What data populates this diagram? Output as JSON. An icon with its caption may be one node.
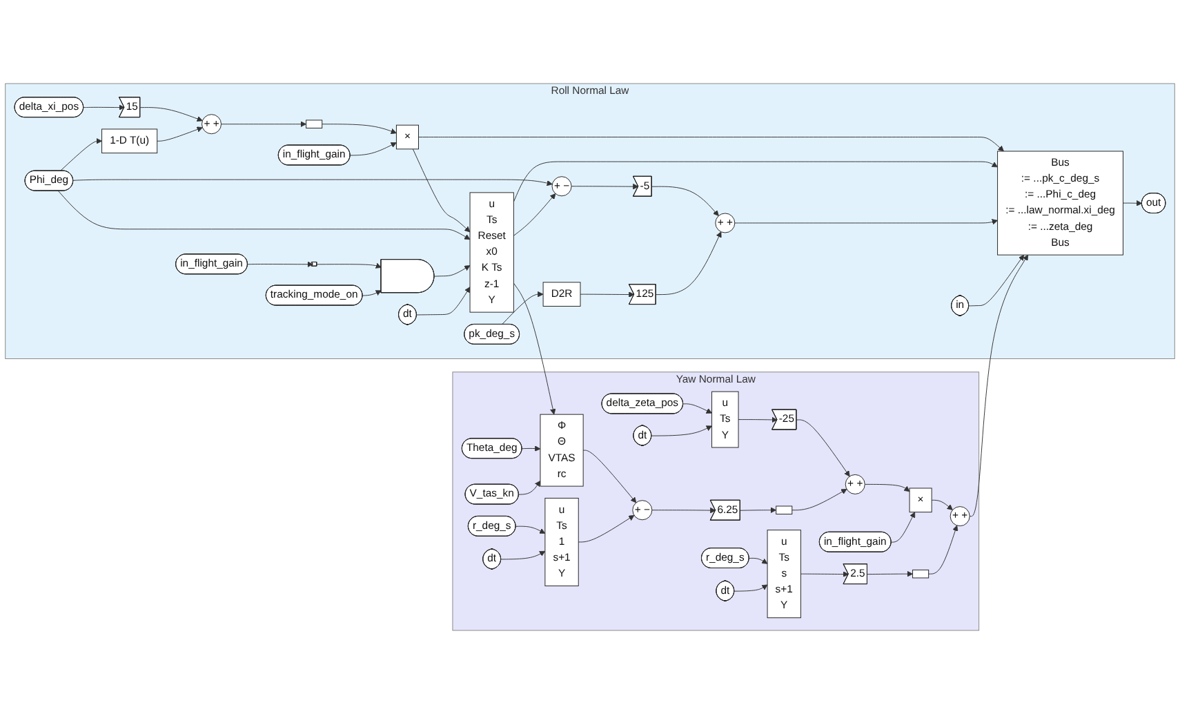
{
  "diagram": {
    "nodes": [
      {
        "text": [
          "Roll Normal Law"
        ]
      },
      {
        "text": [
          "delta_xi_pos"
        ],
        "in": 0
      },
      {
        "text": [
          "15"
        ],
        "in": 0
      },
      {
        "text": [
          "+ +"
        ],
        "in": 0
      },
      {
        "text": [],
        "shape": "box",
        "in": 0
      },
      {
        "text": [
          "×"
        ],
        "in": 0
      },
      {
        "text": [
          "in_flight_gain"
        ],
        "in": 0
      },
      {
        "text": [
          "1-D T(u)"
        ],
        "in": 0
      },
      {
        "text": [
          "Phi_deg"
        ],
        "in": 0
      },
      {
        "text": [
          "in_flight_gain"
        ],
        "in": 0
      },
      {
        "text": [],
        "shape": "triangle",
        "in": 0
      },
      {
        "text": [
          "tracking_mode_on"
        ],
        "in": 0
      },
      {
        "text": [],
        "shape": "gate",
        "in": 0
      },
      {
        "text": [
          "dt"
        ],
        "in": 0
      },
      {
        "text": [
          "u",
          "Ts",
          "Reset",
          "x0",
          "K Ts",
          "z-1",
          "Y"
        ],
        "in": 0
      },
      {
        "text": [
          "+ −"
        ],
        "in": 0
      },
      {
        "text": [
          "-5"
        ],
        "in": 0
      },
      {
        "text": [
          "+ +"
        ],
        "in": 0
      },
      {
        "text": [
          "125"
        ],
        "in": 0
      },
      {
        "text": [
          "D2R"
        ],
        "in": 0
      },
      {
        "text": [
          "pk_deg_s"
        ],
        "in": 0
      },
      {
        "text": [
          "in"
        ],
        "in": 0
      },
      {
        "text": [
          "Bus",
          ":= ...pk_c_deg_s",
          ":= ...Phi_c_deg",
          ":= ...law_normal.xi_deg",
          ":= ...zeta_deg",
          "Bus"
        ],
        "in": 0
      },
      {
        "text": [
          "out"
        ],
        "in": 0
      },
      {
        "text": [
          "Yaw Normal Law"
        ]
      },
      {
        "text": [
          "delta_zeta_pos"
        ],
        "in": 24
      },
      {
        "text": [
          "dt"
        ],
        "in": 24
      },
      {
        "text": [
          "u",
          "Ts",
          "Y"
        ],
        "in": 24
      },
      {
        "text": [
          "-25"
        ],
        "in": 24
      },
      {
        "text": [
          "+ +"
        ],
        "in": 24
      },
      {
        "text": [
          "in_flight_gain"
        ],
        "in": 24
      },
      {
        "text": [
          "×"
        ],
        "in": 24
      },
      {
        "text": [
          "+ +"
        ],
        "in": 24
      },
      {
        "text": [
          "Theta_deg"
        ],
        "in": 24
      },
      {
        "text": [
          "V_tas_kn"
        ],
        "in": 24
      },
      {
        "text": [
          "Φ",
          "Θ",
          "VTAS",
          "rc"
        ],
        "in": 24
      },
      {
        "text": [
          "r_deg_s"
        ],
        "in": 24
      },
      {
        "text": [
          "dt"
        ],
        "in": 24
      },
      {
        "text": [
          "u",
          "Ts",
          "1",
          "s+1",
          "Y"
        ],
        "in": 24
      },
      {
        "text": [
          "+ −"
        ],
        "in": 24
      },
      {
        "text": [
          "6.25"
        ],
        "in": 24
      },
      {
        "text": [],
        "shape": "box",
        "in": 24
      },
      {
        "text": [
          "r_deg_s"
        ],
        "in": 24
      },
      {
        "text": [
          "dt"
        ],
        "in": 24
      },
      {
        "text": [
          "u",
          "Ts",
          "s",
          "s+1",
          "Y"
        ],
        "in": 24
      },
      {
        "text": [
          "2.5"
        ],
        "in": 24
      },
      {
        "text": [],
        "shape": "box",
        "in": 24
      }
    ],
    "edges": [
      {
        "from": 1,
        "to": 2,
        "arrow": "to"
      },
      {
        "from": 2,
        "to": 3,
        "arrow": "to"
      },
      {
        "from": 3,
        "to": 4,
        "arrow": "to"
      },
      {
        "from": 4,
        "to": 5,
        "arrow": "to"
      },
      {
        "from": 6,
        "to": 5,
        "arrow": "to"
      },
      {
        "from": 5,
        "to": 14,
        "arrow": "to"
      },
      {
        "from": 5,
        "to": 22,
        "arrow": "to"
      },
      {
        "from": 7,
        "to": 3,
        "arrow": "to"
      },
      {
        "from": 8,
        "to": 7,
        "arrow": "to"
      },
      {
        "from": 8,
        "to": 14,
        "arrow": "to"
      },
      {
        "from": 8,
        "to": 15,
        "arrow": "to"
      },
      {
        "from": 9,
        "to": 10,
        "arrow": "to"
      },
      {
        "from": 10,
        "to": 12,
        "arrow": "to"
      },
      {
        "from": 11,
        "to": 12,
        "arrow": "to"
      },
      {
        "from": 12,
        "to": 14,
        "arrow": "to"
      },
      {
        "from": 13,
        "to": 14,
        "arrow": "to"
      },
      {
        "from": 14,
        "to": 15,
        "arrow": "to"
      },
      {
        "from": 14,
        "to": 22,
        "arrow": "to"
      },
      {
        "from": 14,
        "to": 35,
        "arrow": "to"
      },
      {
        "from": 15,
        "to": 16,
        "arrow": "to"
      },
      {
        "from": 16,
        "to": 17,
        "arrow": "to"
      },
      {
        "from": 17,
        "to": 22,
        "arrow": "to"
      },
      {
        "from": 18,
        "to": 17,
        "arrow": "to"
      },
      {
        "from": 19,
        "to": 18,
        "arrow": "to"
      },
      {
        "from": 20,
        "to": 19,
        "arrow": "to"
      },
      {
        "from": 21,
        "to": 22,
        "arrow": "to"
      },
      {
        "from": 22,
        "to": 23,
        "arrow": "to"
      },
      {
        "from": 25,
        "to": 27,
        "arrow": "to"
      },
      {
        "from": 26,
        "to": 27,
        "arrow": "to"
      },
      {
        "from": 27,
        "to": 28,
        "arrow": "to"
      },
      {
        "from": 28,
        "to": 29,
        "arrow": "to"
      },
      {
        "from": 29,
        "to": 31,
        "arrow": "to"
      },
      {
        "from": 30,
        "to": 31,
        "arrow": "to"
      },
      {
        "from": 31,
        "to": 32,
        "arrow": "to"
      },
      {
        "from": 32,
        "to": 22,
        "arrow": "to"
      },
      {
        "from": 33,
        "to": 35,
        "arrow": "to"
      },
      {
        "from": 34,
        "to": 35,
        "arrow": "to"
      },
      {
        "from": 35,
        "to": 39,
        "arrow": "to"
      },
      {
        "from": 36,
        "to": 38,
        "arrow": "to"
      },
      {
        "from": 37,
        "to": 38,
        "arrow": "to"
      },
      {
        "from": 38,
        "to": 39,
        "arrow": "to"
      },
      {
        "from": 39,
        "to": 40,
        "arrow": "to"
      },
      {
        "from": 40,
        "to": 41,
        "arrow": "to"
      },
      {
        "from": 41,
        "to": 29,
        "arrow": "to"
      },
      {
        "from": 42,
        "to": 44,
        "arrow": "to"
      },
      {
        "from": 43,
        "to": 44,
        "arrow": "to"
      },
      {
        "from": 44,
        "to": 45,
        "arrow": "to"
      },
      {
        "from": 45,
        "to": 46,
        "arrow": "to"
      },
      {
        "from": 46,
        "to": 32,
        "arrow": "to"
      }
    ]
  }
}
